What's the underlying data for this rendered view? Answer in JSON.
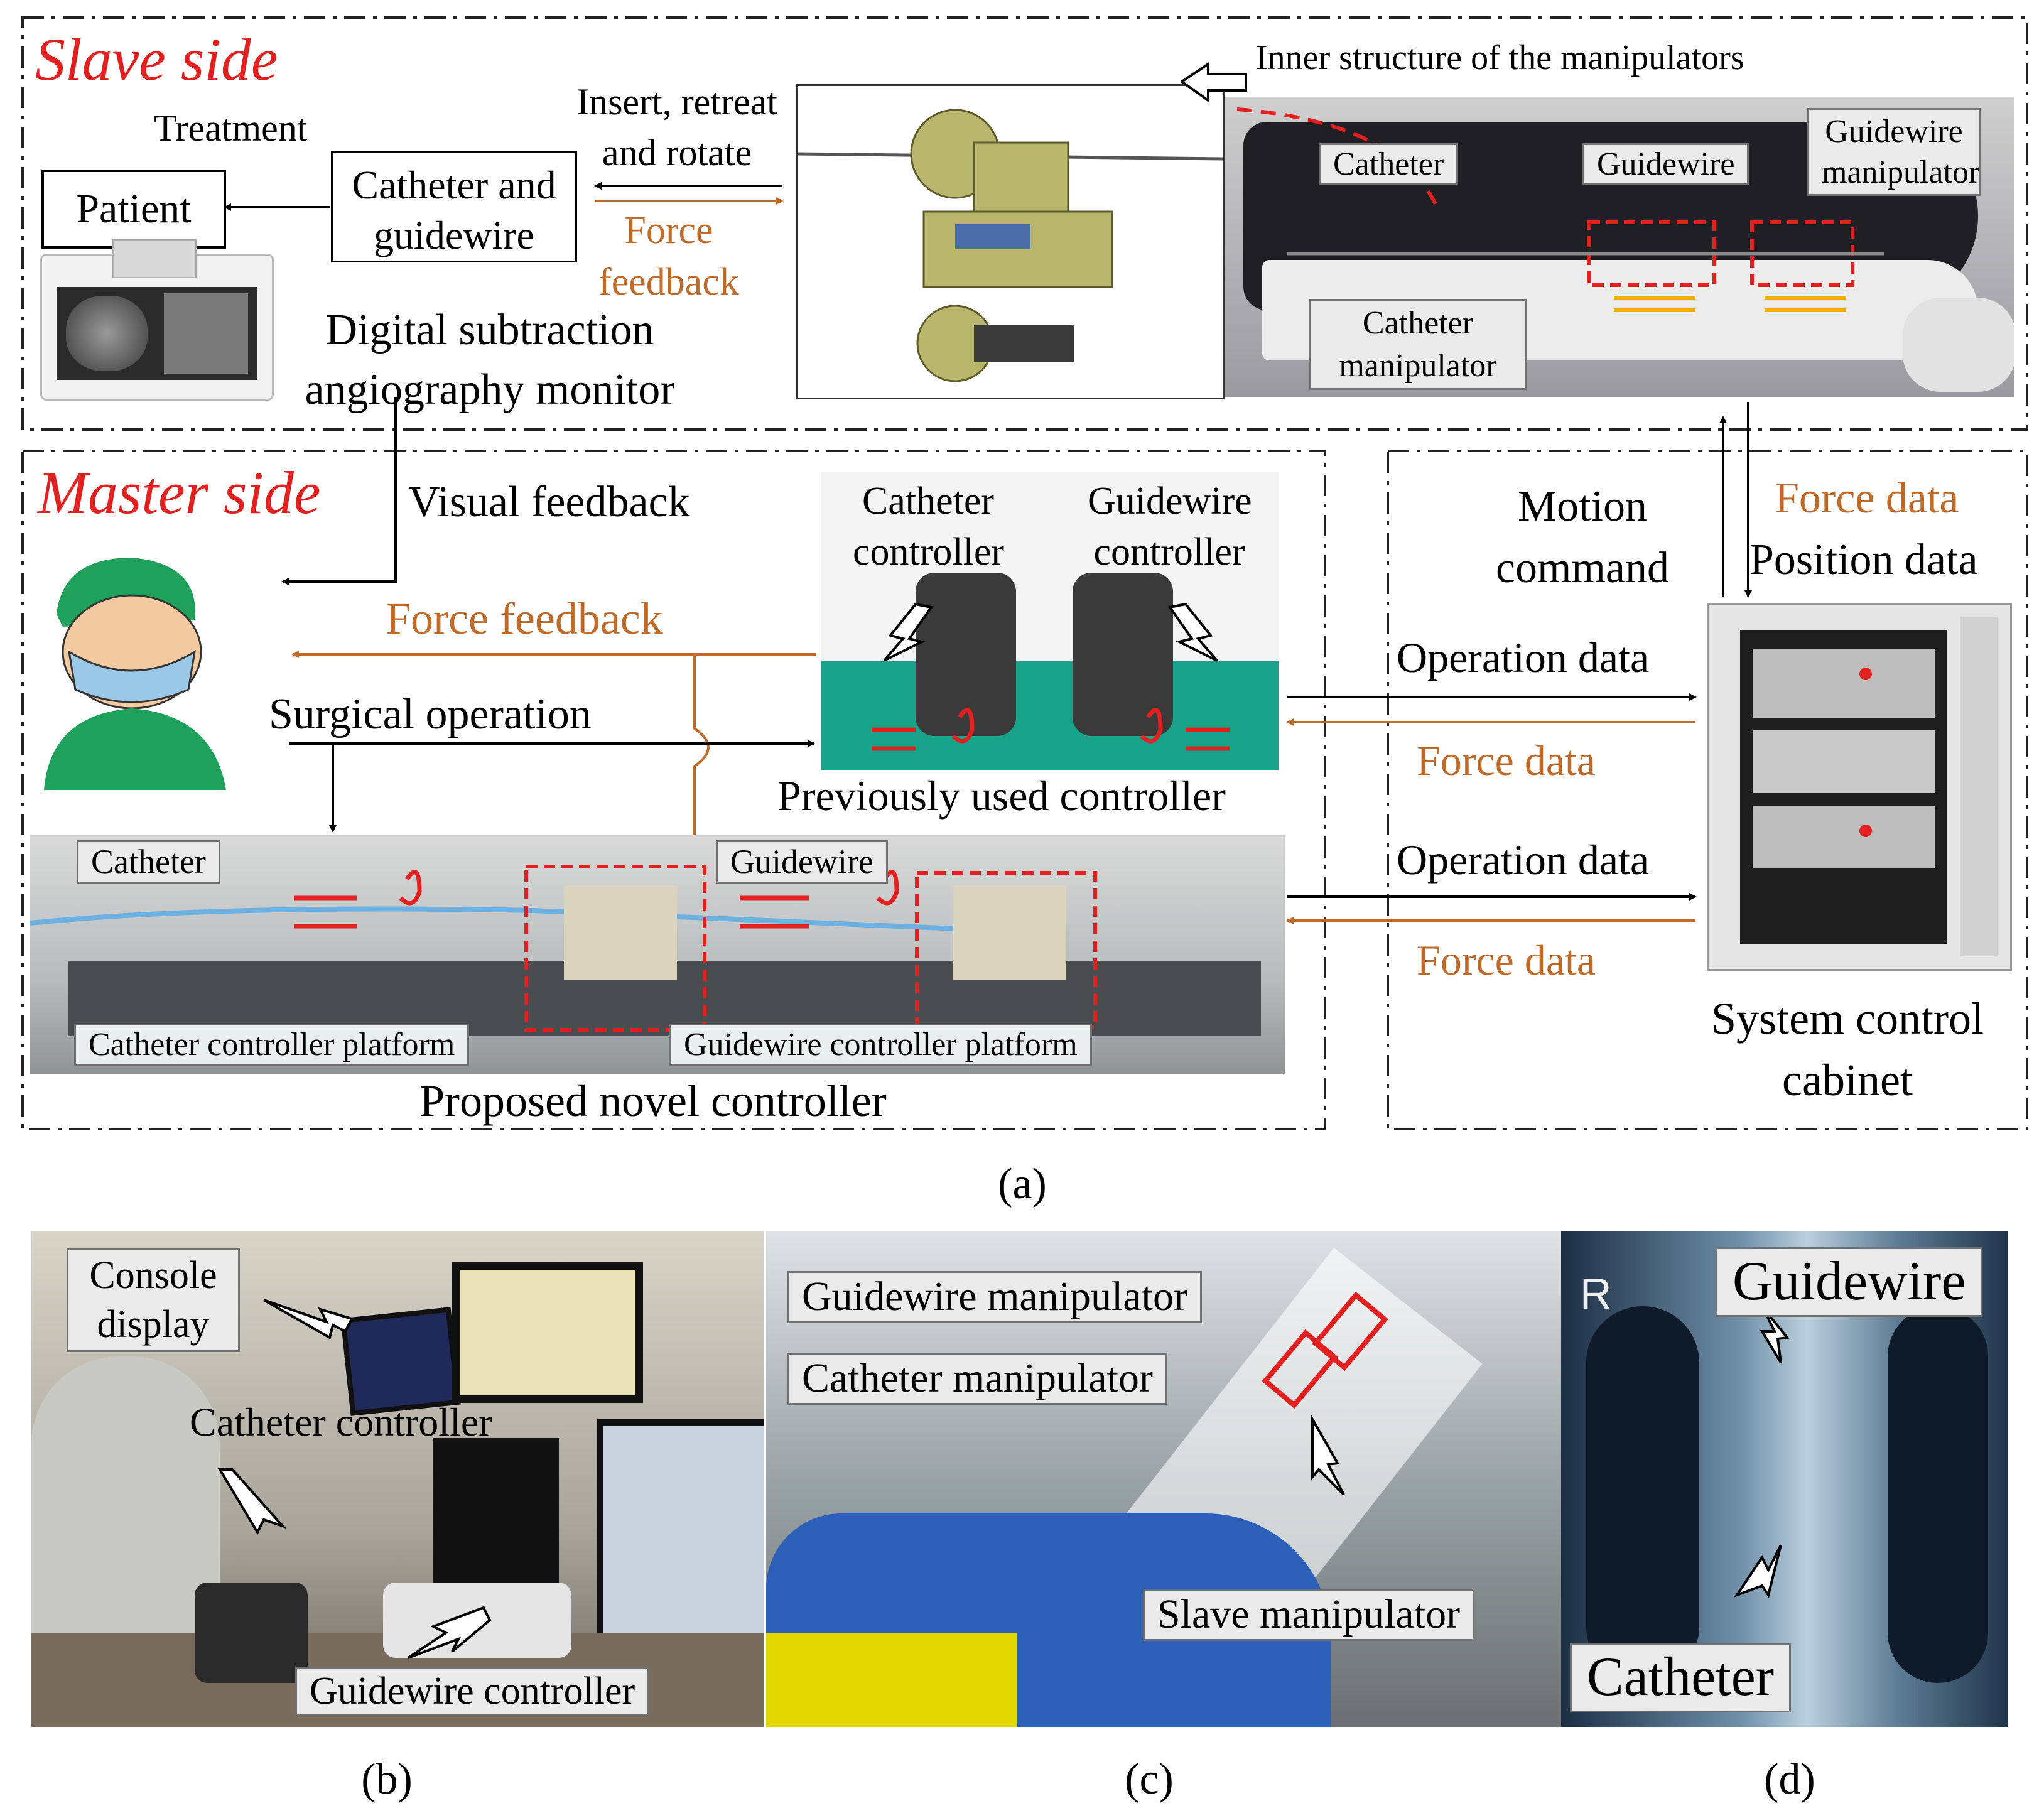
{
  "slave": {
    "title": "Slave side",
    "treatment": "Treatment",
    "patient": "Patient",
    "catheter_guidewire": "Catheter and guidewire",
    "insert_text": "Insert, retreat and rotate",
    "force_feedback": "Force feedback",
    "dsa_monitor": "Digital subtraction angiography monitor",
    "inner_structure": "Inner structure of the manipulators",
    "photo_labels": {
      "catheter": "Catheter",
      "guidewire": "Guidewire",
      "guidewire_manipulator": "Guidewire manipulator",
      "catheter_manipulator": "Catheter manipulator"
    }
  },
  "master": {
    "title": "Master side",
    "visual_feedback": "Visual feedback",
    "force_feedback": "Force feedback",
    "surgical_operation": "Surgical operation",
    "catheter_controller": "Catheter controller",
    "guidewire_controller": "Guidewire controller",
    "previously_used": "Previously used controller",
    "novel_labels": {
      "catheter": "Catheter",
      "guidewire": "Guidewire",
      "catheter_platform": "Catheter controller platform",
      "guidewire_platform": "Guidewire controller platform"
    },
    "proposed": "Proposed novel controller"
  },
  "cabinet": {
    "motion_command": "Motion command",
    "force_data": "Force data",
    "position_data": "Position data",
    "operation_data_1": "Operation data",
    "force_data_1": "Force data",
    "operation_data_2": "Operation data",
    "force_data_2": "Force data",
    "system_cabinet": "System control cabinet"
  },
  "captions": {
    "a": "(a)",
    "b": "(b)",
    "c": "(c)",
    "d": "(d)"
  },
  "panel_b": {
    "console_display": "Console display",
    "catheter_controller": "Catheter controller",
    "guidewire_controller": "Guidewire controller"
  },
  "panel_c": {
    "guidewire_manipulator": "Guidewire manipulator",
    "catheter_manipulator": "Catheter manipulator",
    "slave_manipulator": "Slave manipulator"
  },
  "panel_d": {
    "letter": "R",
    "guidewire": "Guidewire",
    "catheter": "Catheter"
  },
  "colors": {
    "title_red": "#e32020",
    "feedback_orange": "#c06a2a"
  }
}
